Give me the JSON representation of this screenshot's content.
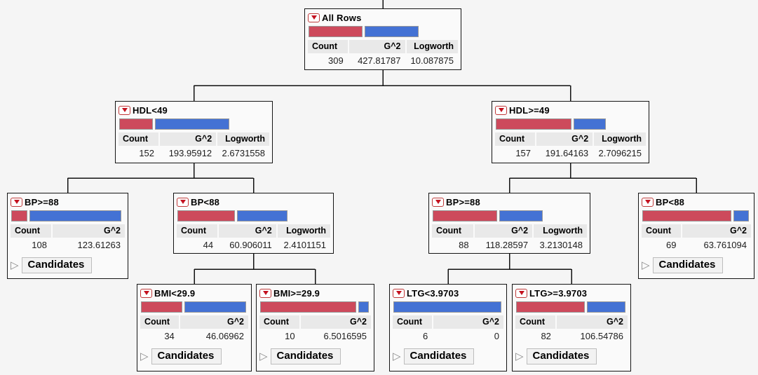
{
  "diagram": {
    "kind": "partition-decision-tree",
    "colors": {
      "red_segment": "#CD4A5C",
      "blue_segment": "#4472D4"
    }
  },
  "candidates_label": "Candidates",
  "nodes": [
    {
      "id": "all-rows",
      "title": "All Rows",
      "parent": null,
      "columns": [
        "Count",
        "G^2",
        "Logworth"
      ],
      "values": [
        "309",
        "427.81787",
        "10.087875"
      ],
      "red_fraction": 0.5,
      "candidates": false
    },
    {
      "id": "hdl-lt-49",
      "title": "HDL<49",
      "parent": "all-rows",
      "columns": [
        "Count",
        "G^2",
        "Logworth"
      ],
      "values": [
        "152",
        "193.95912",
        "2.6731558"
      ],
      "red_fraction": 0.31,
      "candidates": false
    },
    {
      "id": "hdl-ge-49",
      "title": "HDL>=49",
      "parent": "all-rows",
      "columns": [
        "Count",
        "G^2",
        "Logworth"
      ],
      "values": [
        "157",
        "191.64163",
        "2.7096215"
      ],
      "red_fraction": 0.7,
      "candidates": false
    },
    {
      "id": "bp-ge-88-left",
      "title": "BP>=88",
      "parent": "hdl-lt-49",
      "columns": [
        "Count",
        "G^2"
      ],
      "values": [
        "108",
        "123.61263"
      ],
      "red_fraction": 0.15,
      "candidates": true
    },
    {
      "id": "bp-lt-88-left",
      "title": "BP<88",
      "parent": "hdl-lt-49",
      "columns": [
        "Count",
        "G^2",
        "Logworth"
      ],
      "values": [
        "44",
        "60.906011",
        "2.4101151"
      ],
      "red_fraction": 0.53,
      "candidates": false
    },
    {
      "id": "bp-ge-88-right",
      "title": "BP>=88",
      "parent": "hdl-ge-49",
      "columns": [
        "Count",
        "G^2",
        "Logworth"
      ],
      "values": [
        "88",
        "118.28597",
        "3.2130148"
      ],
      "red_fraction": 0.6,
      "candidates": false
    },
    {
      "id": "bp-lt-88-right",
      "title": "BP<88",
      "parent": "hdl-ge-49",
      "columns": [
        "Count",
        "G^2"
      ],
      "values": [
        "69",
        "63.761094"
      ],
      "red_fraction": 0.85,
      "candidates": true
    },
    {
      "id": "bmi-lt-29-9",
      "title": "BMI<29.9",
      "parent": "bp-lt-88-left",
      "columns": [
        "Count",
        "G^2"
      ],
      "values": [
        "34",
        "46.06962"
      ],
      "red_fraction": 0.4,
      "candidates": true
    },
    {
      "id": "bmi-ge-29-9",
      "title": "BMI>=29.9",
      "parent": "bp-lt-88-left",
      "columns": [
        "Count",
        "G^2"
      ],
      "values": [
        "10",
        "6.5016595"
      ],
      "red_fraction": 0.9,
      "candidates": true
    },
    {
      "id": "ltg-lt-3-9703",
      "title": "LTG<3.9703",
      "parent": "bp-ge-88-right",
      "columns": [
        "Count",
        "G^2"
      ],
      "values": [
        "6",
        "0"
      ],
      "red_fraction": 0.0,
      "candidates": true
    },
    {
      "id": "ltg-ge-3-9703",
      "title": "LTG>=3.9703",
      "parent": "bp-ge-88-right",
      "columns": [
        "Count",
        "G^2"
      ],
      "values": [
        "82",
        "106.54786"
      ],
      "red_fraction": 0.64,
      "candidates": true
    }
  ]
}
